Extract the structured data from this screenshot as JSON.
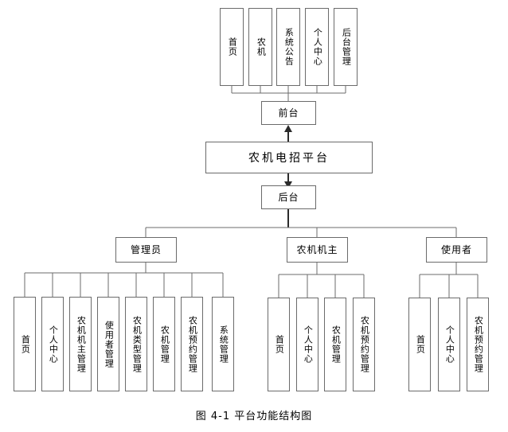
{
  "figure": {
    "caption": "图 4-1 平台功能结构图"
  },
  "diagram": {
    "type": "tree",
    "root": "农机电招平台",
    "frontend": {
      "label": "前台",
      "children": [
        "首页",
        "农机",
        "系统公告",
        "个人中心",
        "后台管理"
      ]
    },
    "backend": {
      "label": "后台",
      "roles": [
        {
          "label": "管理员",
          "children": [
            "首页",
            "个人中心",
            "农机机主管理",
            "使用者管理",
            "农机类型管理",
            "农机管理",
            "农机预约管理",
            "系统管理"
          ]
        },
        {
          "label": "农机机主",
          "children": [
            "首页",
            "个人中心",
            "农机管理",
            "农机预约管理"
          ]
        },
        {
          "label": "使用者",
          "children": [
            "首页",
            "个人中心",
            "农机预约管理"
          ]
        }
      ]
    }
  },
  "colors": {
    "stroke": "#6b6b6b",
    "stroke_dark": "#2b2b2b",
    "background": "#ffffff",
    "text": "#000000"
  }
}
